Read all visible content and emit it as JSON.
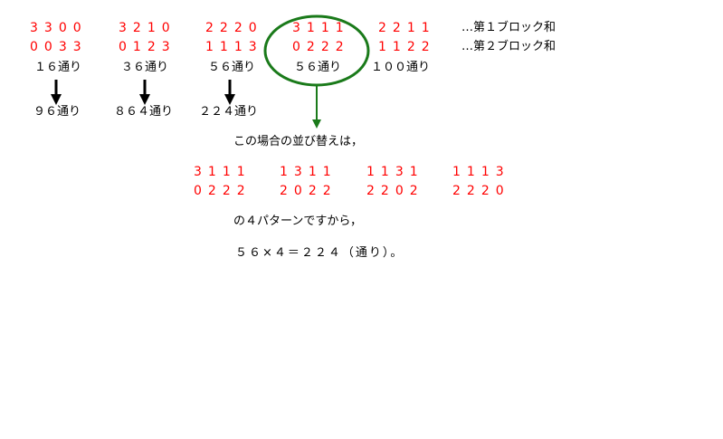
{
  "columns": [
    {
      "block1": "3300",
      "block2": "0033",
      "count": "１６通り",
      "result": "９６通り"
    },
    {
      "block1": "3210",
      "block2": "0123",
      "count": "３６通り",
      "result": "８６４通り"
    },
    {
      "block1": "2220",
      "block2": "1113",
      "count": "５６通り",
      "result": "２２４通り"
    },
    {
      "block1": "3111",
      "block2": "0222",
      "count": "５６通り"
    },
    {
      "block1": "2211",
      "block2": "1122",
      "count": "１００通り"
    }
  ],
  "legend": {
    "row1": "…第１ブロック和",
    "row2": "…第２ブロック和"
  },
  "explanation": {
    "intro": "この場合の並び替えは，",
    "patterns": [
      {
        "top": "3111",
        "bottom": "0222"
      },
      {
        "top": "1311",
        "bottom": "2022"
      },
      {
        "top": "1131",
        "bottom": "2202"
      },
      {
        "top": "1113",
        "bottom": "2220"
      }
    ],
    "after": "の４パターンですから，",
    "formula": "５６×４＝２２４（通り）。"
  },
  "colors": {
    "red": "#ff0000",
    "green": "#1a7a1a"
  }
}
